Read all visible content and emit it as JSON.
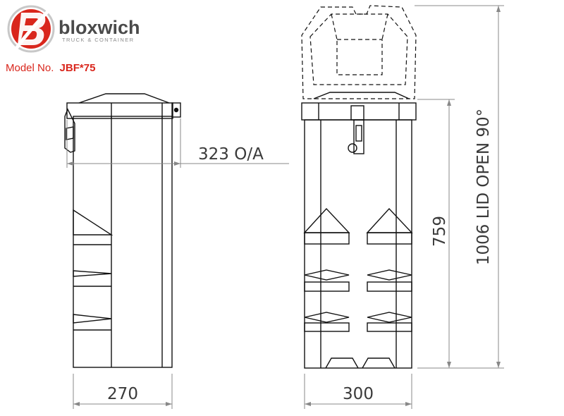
{
  "brand": {
    "name": "bloxwich",
    "tagline": "TRUCK & CONTAINER",
    "model_prefix": "Model No.",
    "model_number": "JBF*75",
    "accent_color": "#d9261c",
    "logo_icon": "bloxwich-b-logo-icon"
  },
  "dimensions": {
    "overall_width": "323 O/A",
    "side_depth": "270",
    "front_width": "300",
    "body_height": "759",
    "open_height": "1006 LID OPEN 90°"
  },
  "colors": {
    "drawing_line": "#111111",
    "dimension_line": "#888888",
    "dimension_text": "#3a3a3a"
  }
}
